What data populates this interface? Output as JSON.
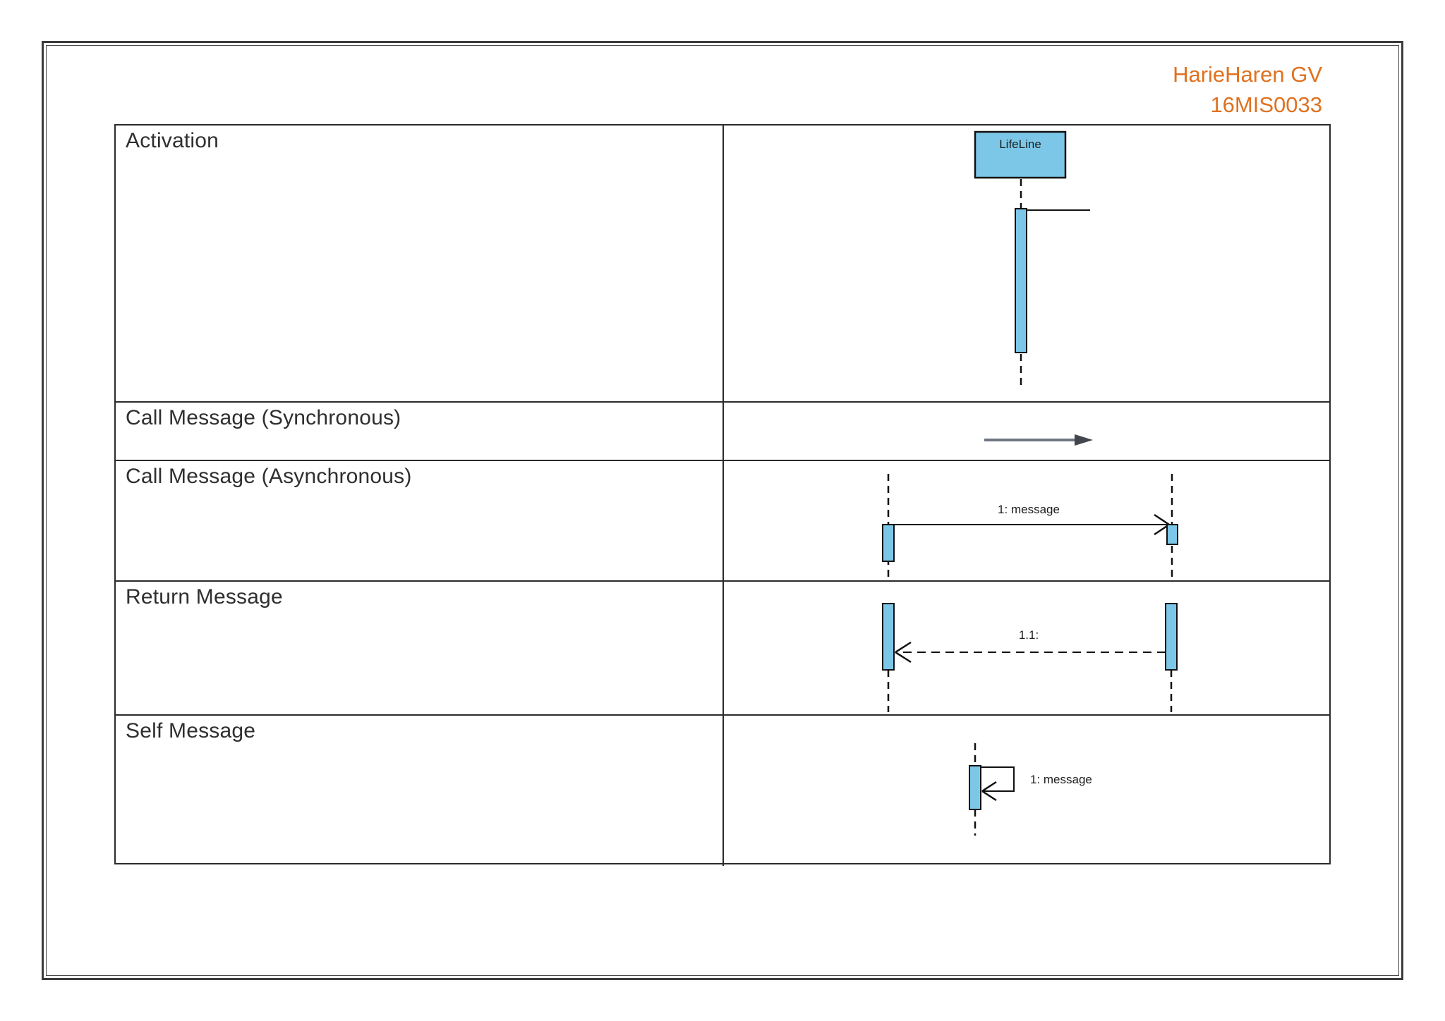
{
  "credit": {
    "name": "HarieHaren GV",
    "id": "16MIS0033"
  },
  "notation_table": {
    "rows": [
      {
        "label": "Activation"
      },
      {
        "label": "Call Message (Synchronous)"
      },
      {
        "label": "Call Message (Asynchronous)"
      },
      {
        "label": "Return Message"
      },
      {
        "label": "Self Message"
      }
    ]
  },
  "diagrams": {
    "activation": {
      "lifeline_label": "LifeLine"
    },
    "call_async": {
      "message_label": "1: message"
    },
    "return_message": {
      "message_label": "1.1:"
    },
    "self_message": {
      "message_label": "1: message"
    }
  },
  "colors": {
    "accent_orange": "#E0711F",
    "activation_fill": "#7CC7E8",
    "table_border": "#2B2B2B",
    "sync_arrow_shaft": "#6E7781",
    "sync_arrow_head": "#42474D"
  }
}
